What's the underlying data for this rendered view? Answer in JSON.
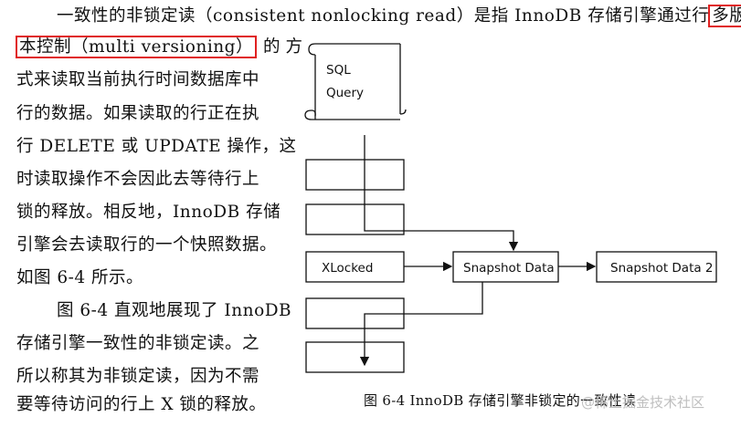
{
  "text_lines": [
    {
      "before": "一致性的非锁定读（consistent nonlocking read）是指 InnoDB 存储引擎通过行",
      "highlight": "多版"
    },
    {
      "highlight": "本控制（multi versioning）",
      "after": "的方"
    },
    {
      "text": "式来读取当前执行时间数据库中"
    },
    {
      "text": "行的数据。如果读取的行正在执"
    },
    {
      "text": "行 DELETE 或 UPDATE 操作，这"
    },
    {
      "text": "时读取操作不会因此去等待行上"
    },
    {
      "text": "锁的释放。相反地，InnoDB 存储"
    },
    {
      "text": "引擎会去读取行的一个快照数据。"
    },
    {
      "text": "如图 6-4 所示。"
    },
    {
      "text": "图 6-4 直观地展现了 InnoDB",
      "indent": true
    },
    {
      "text": "存储引擎一致性的非锁定读。之"
    },
    {
      "text": "所以称其为非锁定读，因为不需"
    },
    {
      "text": "要等待访问的行上 X 锁的释放。"
    }
  ],
  "figure": {
    "sql_query": [
      "SQL",
      "Query"
    ],
    "xlocked": "XLocked",
    "snapshot": "Snapshot Data",
    "snapshot2": "Snapshot Data 2",
    "caption": "图 6-4   InnoDB 存储引擎非锁定的一致性读"
  },
  "watermark": "@稀土掘金技术社区",
  "highlight_color": "#e02020"
}
